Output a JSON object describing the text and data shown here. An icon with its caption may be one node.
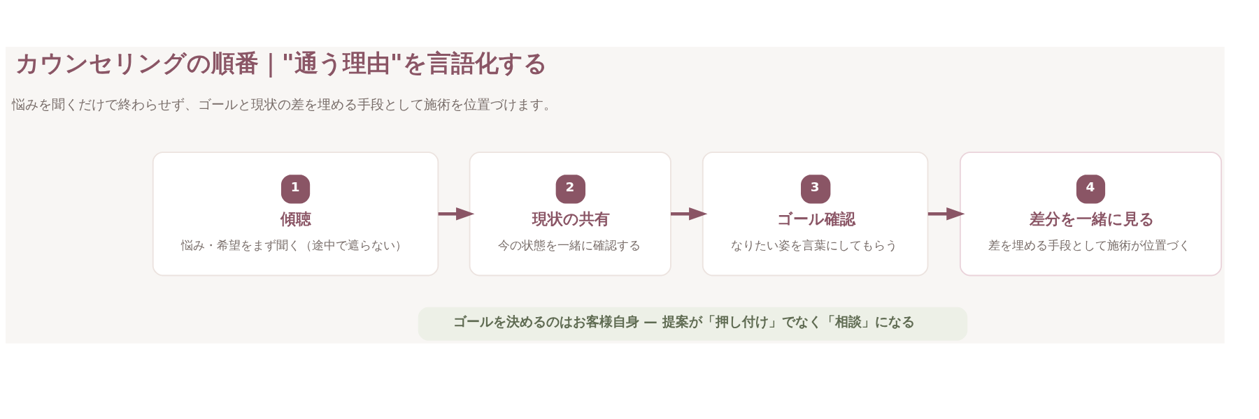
{
  "diagram": {
    "title": "カウンセリングの順番｜\"通う理由\"を言語化する",
    "nodes": [
      {
        "text": [
          "1",
          "傾聴",
          "悩み・希望をまず聞く（途中で遮らない）"
        ]
      },
      {
        "text": [
          "2",
          "現状の共有",
          "今の状態を一緒に確認する"
        ]
      },
      {
        "text": [
          "3",
          "ゴール確認",
          "なりたい姿を言葉にしてもらう"
        ]
      },
      {
        "text": [
          "4",
          "差分を一緒に見る",
          "差を埋める手段として施術が位置づく"
        ]
      },
      {
        "text": [
          "ゴールを決めるのはお客様自身 — 提案が「押し付け」でなく「相談」になる"
        ]
      }
    ],
    "edges": [
      {
        "from": 0,
        "to": 1,
        "arrow": "to"
      },
      {
        "from": 1,
        "to": 2,
        "arrow": "to"
      },
      {
        "from": 2,
        "to": 3,
        "arrow": "to"
      }
    ],
    "labels": [
      "悩みを聞くだけで終わらせず、ゴールと現状の差を埋める手段として施術を位置づけます。"
    ]
  }
}
